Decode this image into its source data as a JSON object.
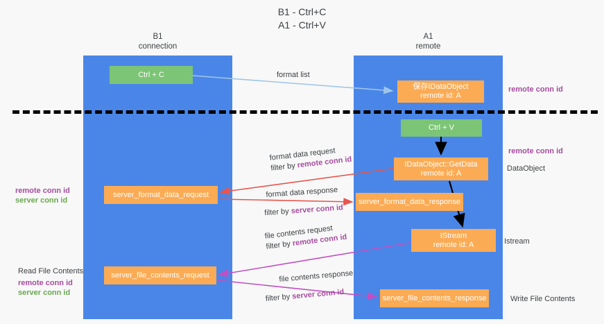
{
  "title": {
    "line1": "B1 - Ctrl+C",
    "line2": "A1 - Ctrl+V"
  },
  "lanes": [
    {
      "id": "b1",
      "name": "B1",
      "role": "connection"
    },
    {
      "id": "a1",
      "name": "A1",
      "role": "remote"
    }
  ],
  "nodes": {
    "ctrl_c": {
      "label": "Ctrl + C",
      "color": "#7cc576"
    },
    "save_idataobject": {
      "line1": "保存IDataObject",
      "line2": "remote id: A",
      "color": "#fbab54"
    },
    "ctrl_v": {
      "label": "Ctrl + V",
      "color": "#7cc576"
    },
    "getdata": {
      "line1": "IDataObject::GetData",
      "line2": "remote id: A",
      "color": "#fbab54"
    },
    "server_format_data_request": {
      "label": "server_format_data_request",
      "color": "#fbab54"
    },
    "server_format_data_response": {
      "label": "server_format_data_response",
      "color": "#fbab54"
    },
    "istream": {
      "line1": "IStream",
      "line2": "remote id: A",
      "color": "#fbab54"
    },
    "server_file_contents_request": {
      "label": "server_file_contents_request",
      "color": "#fbab54"
    },
    "server_file_contents_response": {
      "label": "server_file_contents_response",
      "color": "#fbab54"
    }
  },
  "edge_labels": {
    "format_list": "format list",
    "format_data_request": "format data request",
    "format_data_request_filter_prefix": "filter by ",
    "format_data_request_filter_key": "remote conn id",
    "format_data_response": "format data response",
    "format_data_response_filter_prefix": "filter by ",
    "format_data_response_filter_key": "server conn id",
    "file_contents_request": "file contents request",
    "file_contents_request_filter_prefix": "filter by ",
    "file_contents_request_filter_key": "remote conn id",
    "file_contents_response": "file contents response",
    "file_contents_response_filter_prefix": "filter by ",
    "file_contents_response_filter_key": "server conn id"
  },
  "annotations": {
    "right_remote_conn_id_top": "remote conn id",
    "right_remote_conn_id_mid": "remote conn id",
    "dataobject": "DataObject",
    "istream": "Istream",
    "write_file_contents": "Write File Contents",
    "read_file_contents": "Read File Contents",
    "left_remote_conn_id_1": "remote conn id",
    "left_server_conn_id_1": "server conn id",
    "left_remote_conn_id_2": "remote conn id",
    "left_server_conn_id_2": "server conn id"
  },
  "colors": {
    "lane": "#4a86e8",
    "green_node": "#7cc576",
    "orange_node": "#fbab54",
    "purple_text": "#a64d9e",
    "green_text": "#6aa84f",
    "red_arrow": "#e8554e",
    "magenta_arrow": "#c24ec2",
    "blue_arrow": "#9fc5e8",
    "black_arrow": "#000000",
    "background": "#f8f8f8"
  }
}
